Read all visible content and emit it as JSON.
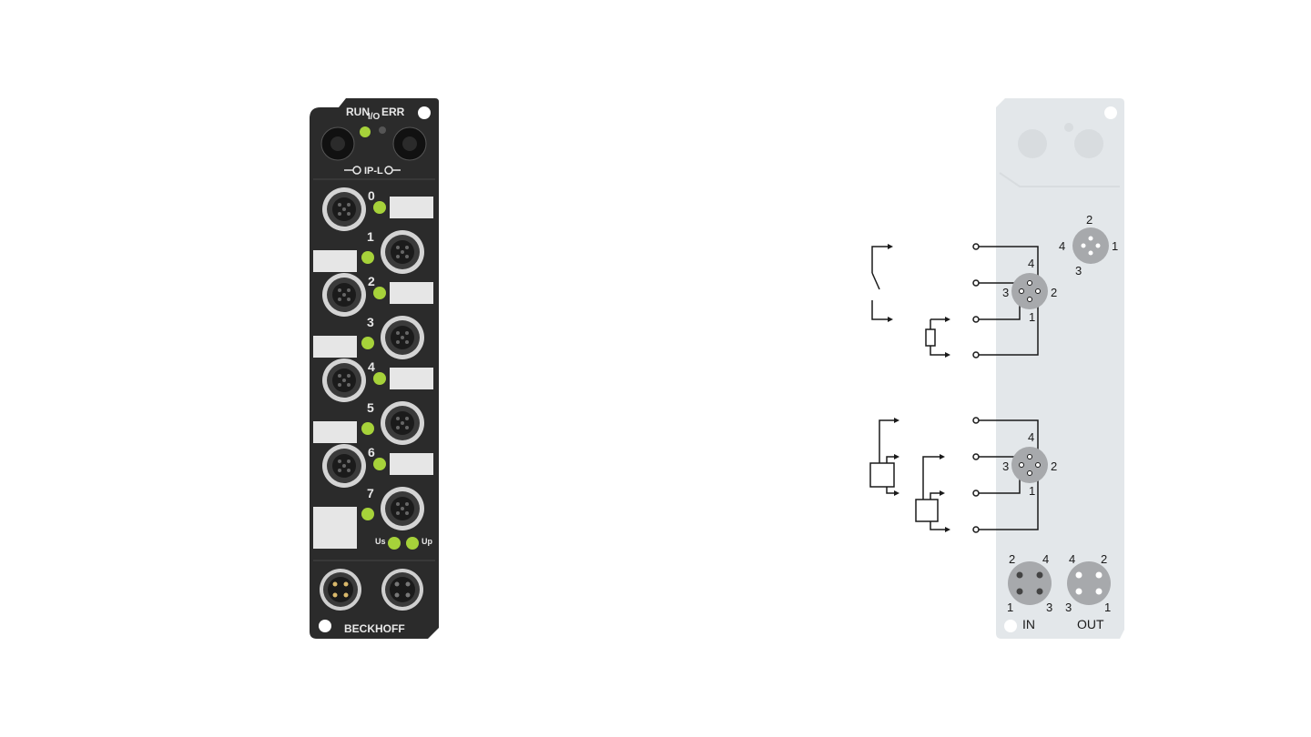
{
  "module": {
    "led_labels": {
      "run": "RUN",
      "io": "I/O",
      "err": "ERR"
    },
    "ipl_label": "IP-L",
    "channels": [
      {
        "number": "0"
      },
      {
        "number": "1"
      },
      {
        "number": "2"
      },
      {
        "number": "3"
      },
      {
        "number": "4"
      },
      {
        "number": "5"
      },
      {
        "number": "6"
      },
      {
        "number": "7"
      }
    ],
    "supply_labels": {
      "us": "Us",
      "up": "Up"
    },
    "brand": "BECKHOFF",
    "colors": {
      "housing": "#2b2b2b",
      "led_green": "#a6d23a",
      "label_field": "#e6e6e6"
    }
  },
  "schematic": {
    "connector_pins": {
      "top_right": {
        "p1": "1",
        "p2": "2",
        "p3": "3",
        "p4": "4"
      },
      "ch_upper": {
        "p1": "1",
        "p2": "2",
        "p3": "3",
        "p4": "4"
      },
      "ch_lower": {
        "p1": "1",
        "p2": "2",
        "p3": "3",
        "p4": "4"
      }
    },
    "in_connector": {
      "label": "IN",
      "pins": [
        "2",
        "4",
        "1",
        "3"
      ]
    },
    "out_connector": {
      "label": "OUT",
      "pins": [
        "4",
        "2",
        "3",
        "1"
      ]
    },
    "colors": {
      "panel": "#e3e7ea",
      "connector": "#a7a9ac",
      "line": "#1a1a1a"
    }
  }
}
